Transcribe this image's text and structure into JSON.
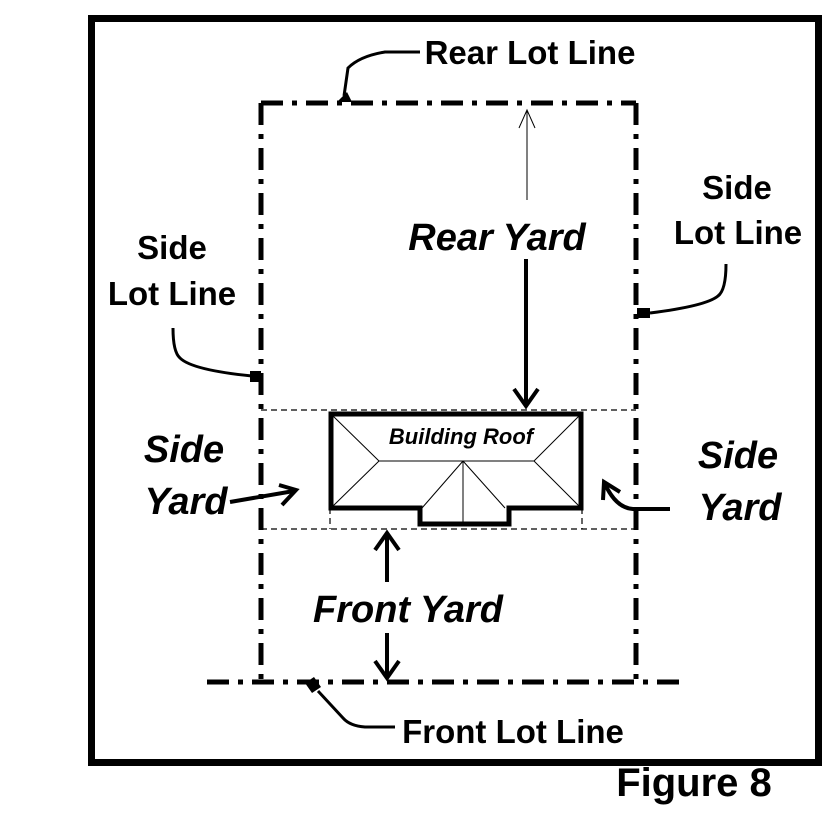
{
  "figure": {
    "caption": "Figure 8",
    "colors": {
      "ink": "#000000",
      "background": "#ffffff"
    }
  },
  "lot_lines": {
    "rear": "Rear Lot Line",
    "front": "Front Lot Line",
    "side_left": {
      "line1": "Side",
      "line2": "Lot Line"
    },
    "side_right": {
      "line1": "Side",
      "line2": "Lot Line"
    }
  },
  "yards": {
    "rear": "Rear Yard",
    "front": "Front Yard",
    "side_left": {
      "line1": "Side",
      "line2": "Yard"
    },
    "side_right": {
      "line1": "Side",
      "line2": "Yard"
    }
  },
  "building": {
    "label": "Building Roof"
  }
}
